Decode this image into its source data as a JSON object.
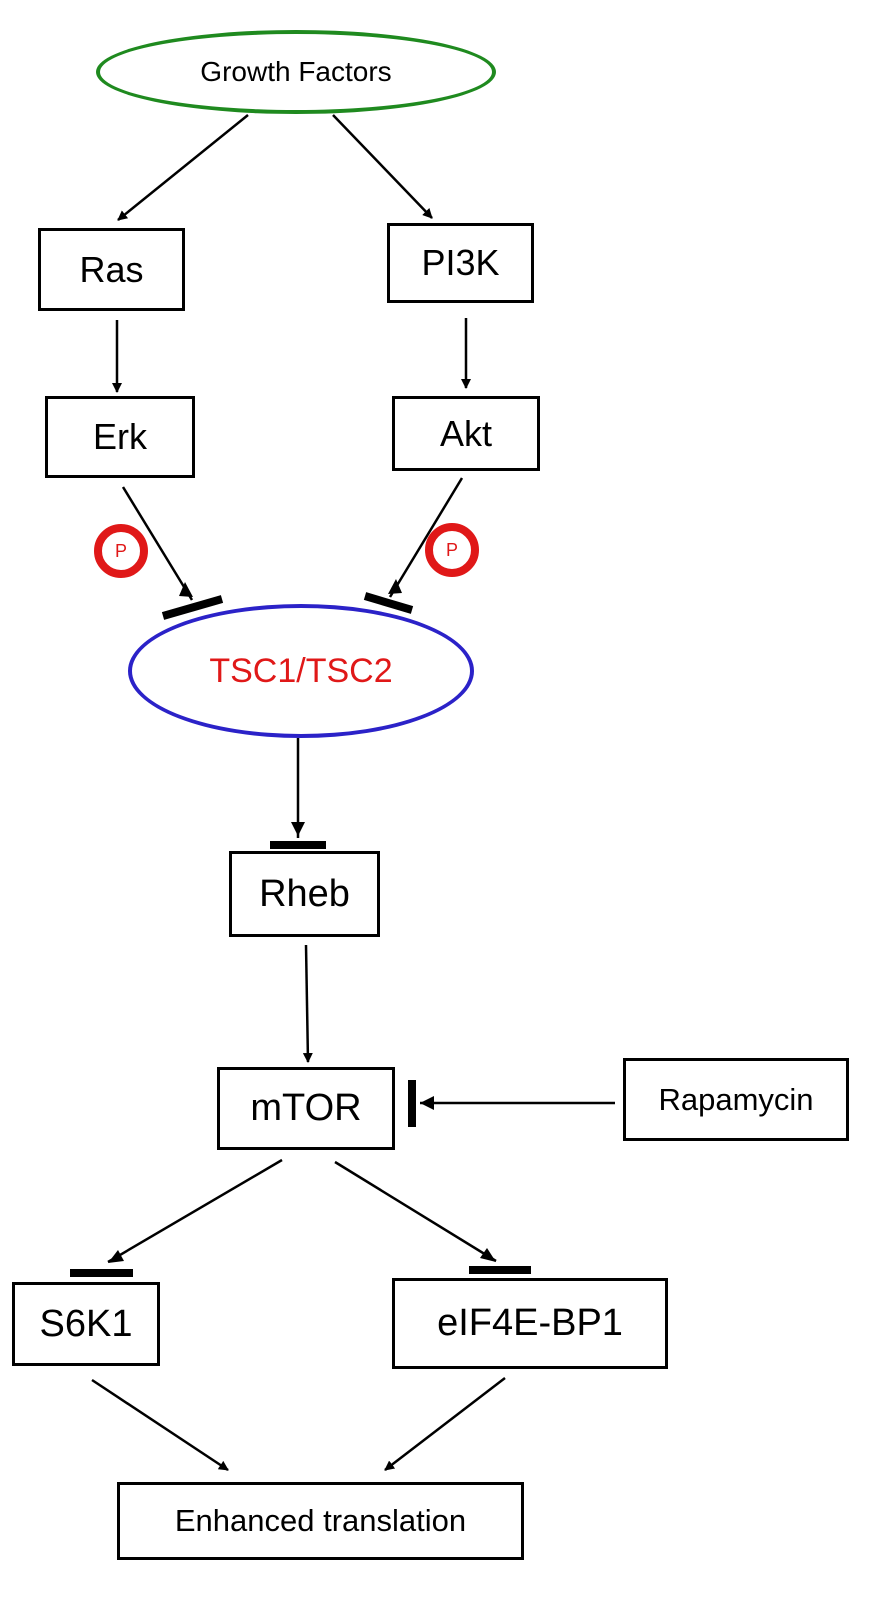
{
  "nodes": {
    "growth_factors": "Growth Factors",
    "ras": "Ras",
    "pi3k": "PI3K",
    "erk": "Erk",
    "akt": "Akt",
    "tsc": "TSC1/TSC2",
    "rheb": "Rheb",
    "mtor": "mTOR",
    "rapamycin": "Rapamycin",
    "s6k1": "S6K1",
    "eif4ebp1": "eIF4E-BP1",
    "enhanced_translation": "Enhanced translation"
  },
  "phospho_label": "P",
  "colors": {
    "growth_factors_border": "#1f8a1f",
    "tsc_border": "#2b22c8",
    "tsc_text": "#e01818",
    "phospho": "#e01818",
    "line": "#000000"
  }
}
